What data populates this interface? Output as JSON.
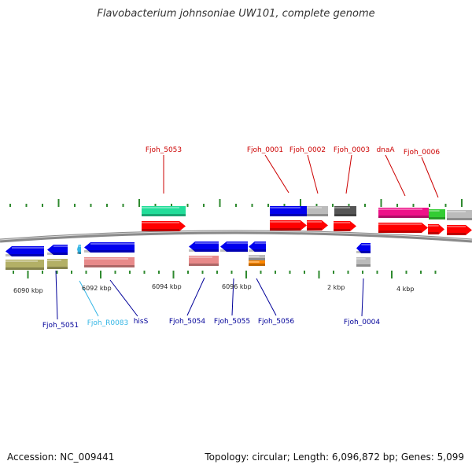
{
  "title": "Flavobacterium johnsoniae UW101, complete genome",
  "footer": {
    "accession": "Accession: NC_009441",
    "stats": "Topology: circular; Length: 6,096,872 bp; Genes: 5,099"
  },
  "colors": {
    "backbone": "#8a8a8a",
    "tick": "#2f8a2f",
    "forward_label": "#cc0000",
    "reverse_label": "#000099",
    "rna_label": "#33b5e5",
    "cds": "#ff0000",
    "cds_pseudo": "#e88a8a",
    "cds_reverse_extra": "#b3b066",
    "gene_forward": "#0000ee",
    "gene_misc": "#bbbbbb",
    "gene_dark": "#555555",
    "gene_teal": "#22dd99",
    "gene_magenta": "#ee1188",
    "gene_green": "#33cc33",
    "gene_orange": "#ff8800"
  },
  "scale_labels": [
    "6090 kbp",
    "6092 kbp",
    "6094 kbp",
    "6096 kbp",
    "2 kbp",
    "4 kbp"
  ],
  "forward_gene_labels": [
    "Fjoh_5053",
    "Fjoh_0001",
    "Fjoh_0002",
    "Fjoh_0003",
    "dnaA",
    "Fjoh_0006"
  ],
  "reverse_gene_labels": [
    "Fjoh_5051",
    "Fjoh_R0083",
    "hisS",
    "Fjoh_5054",
    "Fjoh_5055",
    "Fjoh_5056",
    "Fjoh_0004"
  ]
}
